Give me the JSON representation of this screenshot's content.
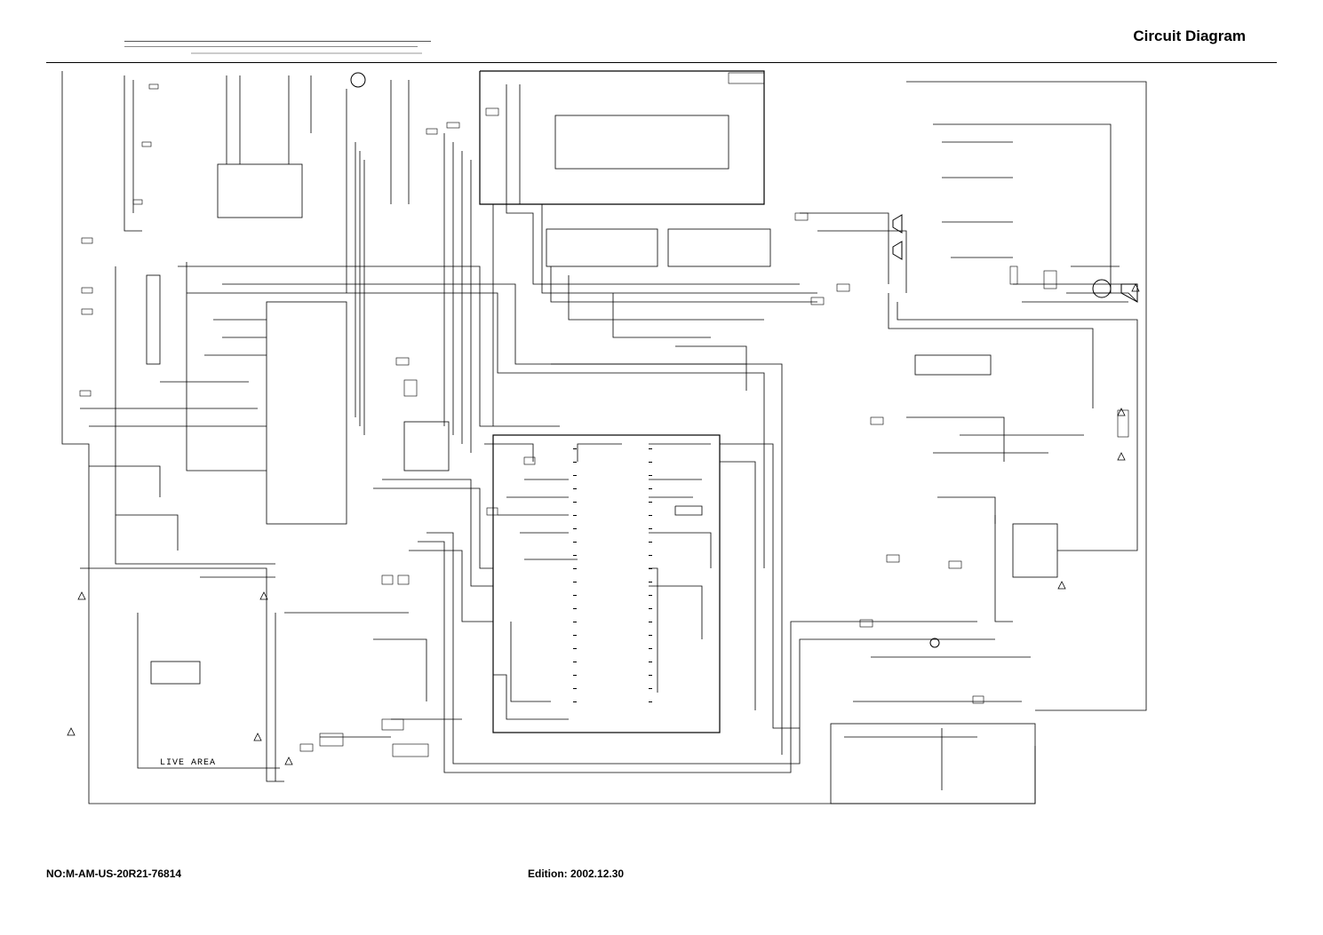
{
  "header": {
    "title": "Circuit Diagram"
  },
  "footer": {
    "doc_number": "NO:M-AM-US-20R21-76814",
    "edition": "Edition: 2002.12.30"
  },
  "schematic": {
    "live_area_label": "LIVE AREA"
  }
}
